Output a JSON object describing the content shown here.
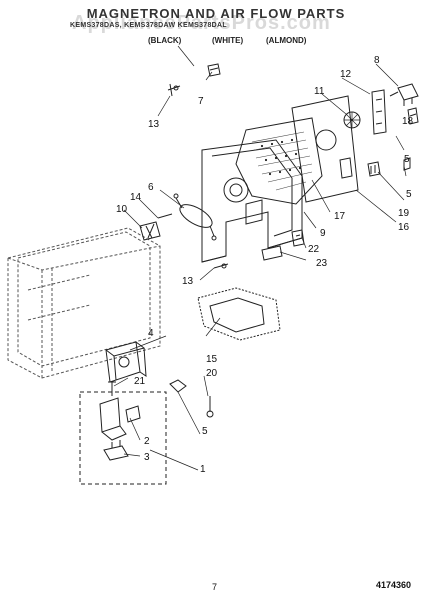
{
  "header": {
    "title": "MAGNETRON AND AIR FLOW PARTS",
    "models": "KEMS378DAS, KEMS378DAW KEMS378DAL",
    "colors": [
      "(BLACK)",
      "(WHITE)",
      "(ALMOND)"
    ],
    "watermark": "AppliancePartsPros.com"
  },
  "part_numbers": {
    "p1": "1",
    "p2": "2",
    "p3": "3",
    "p4": "4",
    "p5a": "5",
    "p5b": "5",
    "p6": "6",
    "p7": "7",
    "p8": "8",
    "p9": "9",
    "p10": "10",
    "p11": "11",
    "p12": "12",
    "p13a": "13",
    "p13b": "13",
    "p14": "14",
    "p15": "15",
    "p16": "16",
    "p17": "17",
    "p18": "18",
    "p19": "19",
    "p20": "20",
    "p21": "21",
    "p22": "22",
    "p23": "23"
  },
  "footer": {
    "page": "7",
    "doc_number": "4174360"
  }
}
